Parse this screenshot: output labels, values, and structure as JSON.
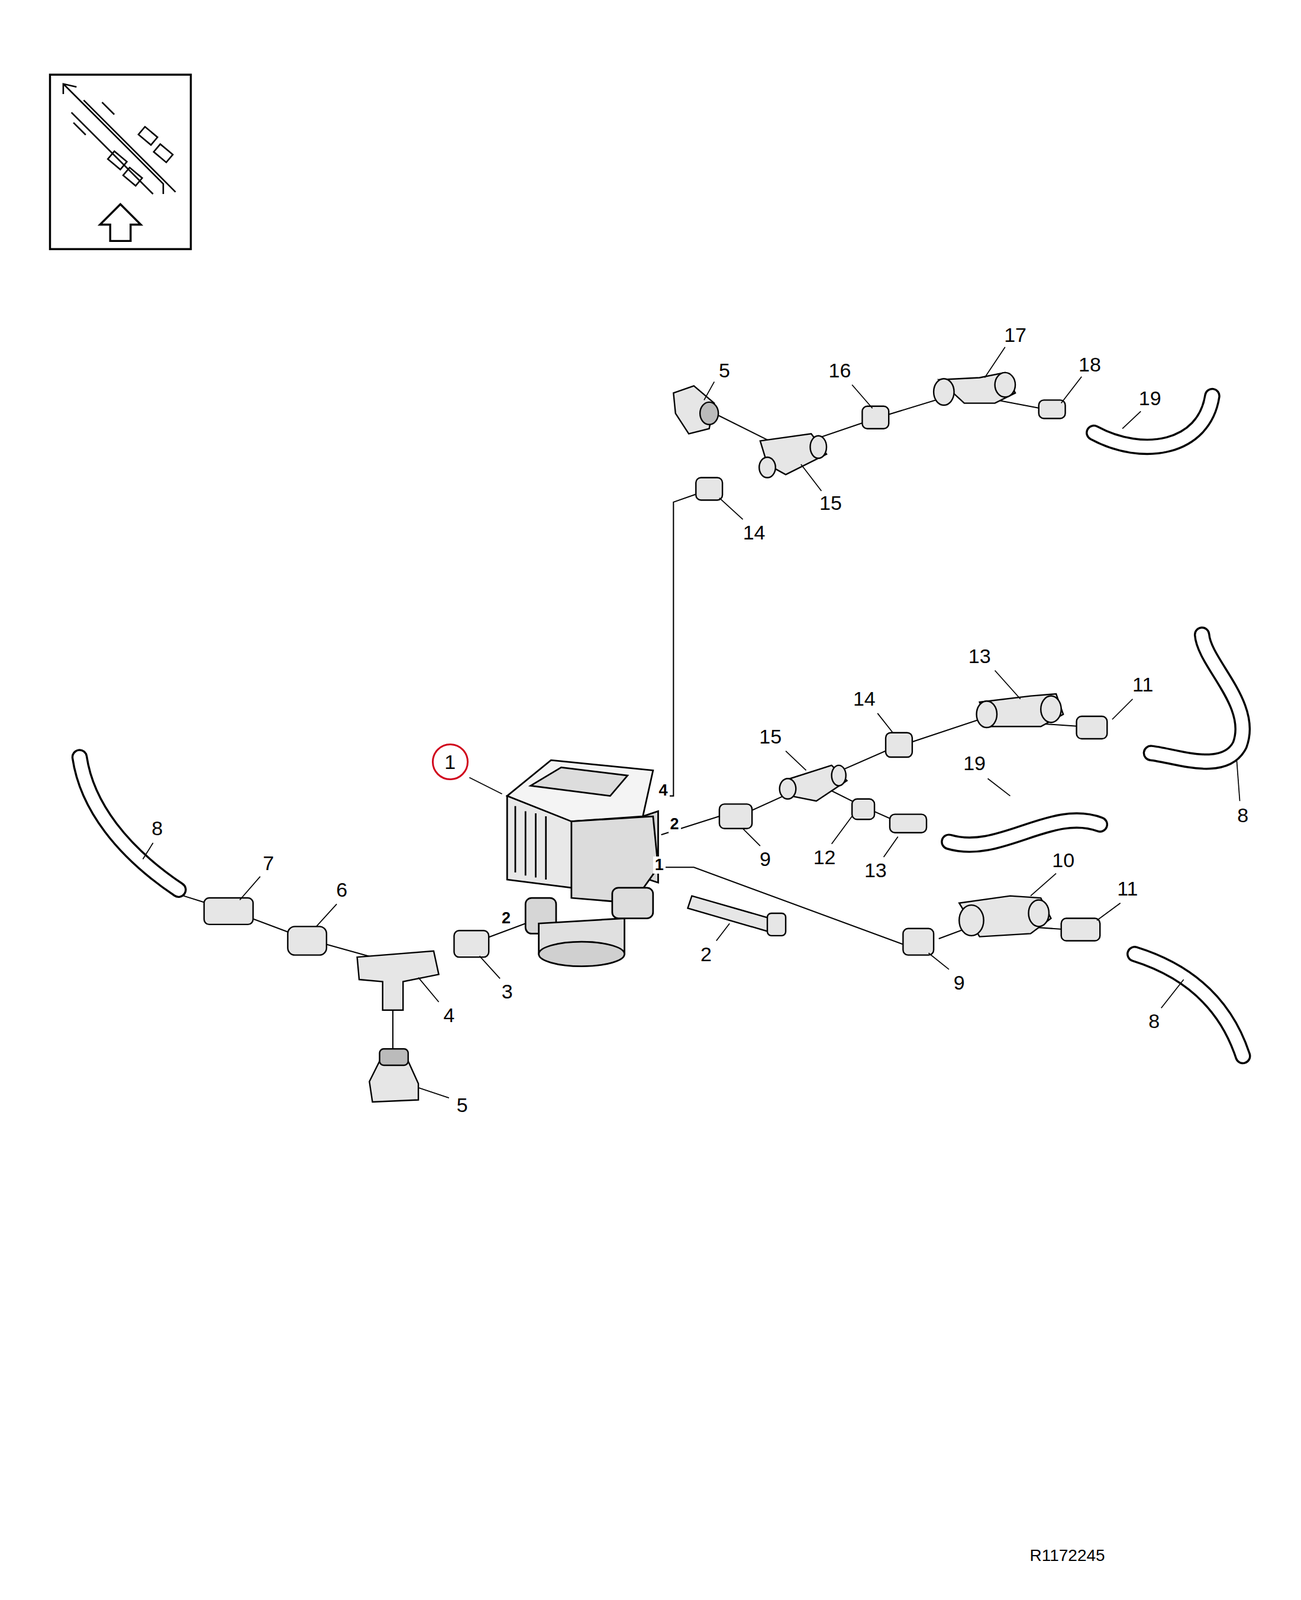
{
  "diagram": {
    "nodes": [
      {
        "text": [
          "1"
        ]
      }
    ],
    "labels": [
      "17",
      "18",
      "5",
      "16",
      "19",
      "15",
      "14",
      "13",
      "11",
      "14",
      "15",
      "19",
      "4",
      "8",
      "2",
      "8",
      "12",
      "9",
      "10",
      "1",
      "7",
      "13",
      "6",
      "11",
      "2",
      "2",
      "9",
      "3",
      "4",
      "8",
      "5",
      "R1172245"
    ]
  }
}
